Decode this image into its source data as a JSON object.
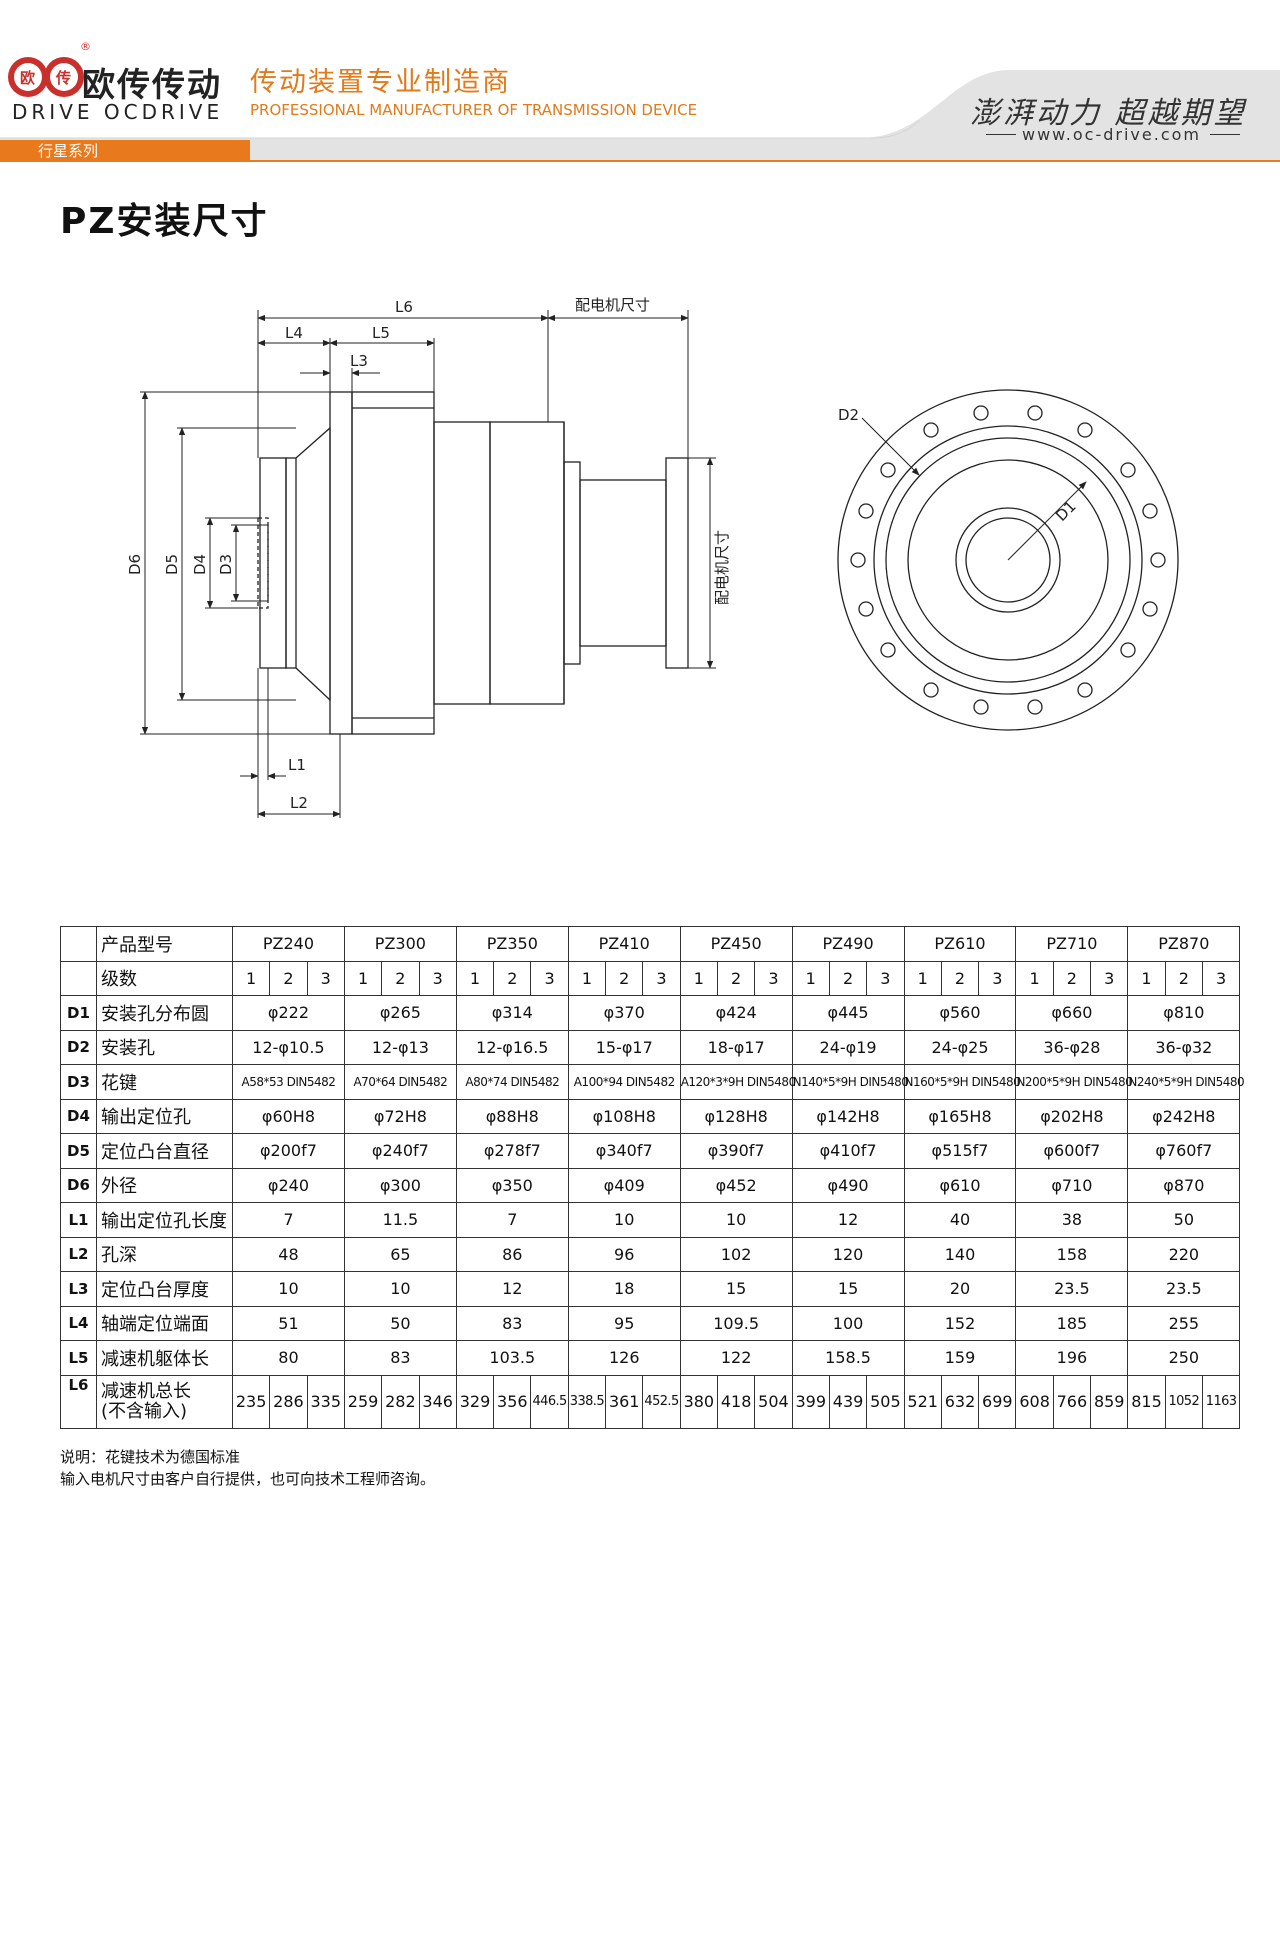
{
  "header": {
    "logo_cn": "欧传传动",
    "logo_en": "DRIVE OCDRIVE",
    "logo_mark_left": "欧",
    "logo_mark_right": "传",
    "reg_mark": "®",
    "tagline_cn": "传动装置专业制造商",
    "tagline_en": "PROFESSIONAL MANUFACTURER OF TRANSMISSION DEVICE",
    "slogan": "澎湃动力 超越期望",
    "website": "www.oc-drive.com",
    "series": "行星系列",
    "colors": {
      "accent": "#e8791d",
      "band": "#e6e6e6"
    }
  },
  "title": "PZ安装尺寸",
  "drawing": {
    "labels": {
      "L6": "L6",
      "L4": "L4",
      "L5": "L5",
      "L3": "L3",
      "L1": "L1",
      "L2": "L2",
      "D6": "D6",
      "D5": "D5",
      "D4": "D4",
      "D3": "D3",
      "D1": "D1",
      "D2": "D2",
      "motor_top": "配电机尺寸",
      "motor_side": "配电机尺寸"
    }
  },
  "table": {
    "header_label": "产品型号",
    "stage_label": "级数",
    "models": [
      "PZ240",
      "PZ300",
      "PZ350",
      "PZ410",
      "PZ450",
      "PZ490",
      "PZ610",
      "PZ710",
      "PZ870"
    ],
    "stages": [
      "1",
      "2",
      "3"
    ],
    "rows": [
      {
        "code": "D1",
        "name": "安装孔分布圆",
        "values": [
          "φ222",
          "φ265",
          "φ314",
          "φ370",
          "φ424",
          "φ445",
          "φ560",
          "φ660",
          "φ810"
        ]
      },
      {
        "code": "D2",
        "name": "安装孔",
        "values": [
          "12-φ10.5",
          "12-φ13",
          "12-φ16.5",
          "15-φ17",
          "18-φ17",
          "24-φ19",
          "24-φ25",
          "36-φ28",
          "36-φ32"
        ]
      },
      {
        "code": "D3",
        "name": "花键",
        "values": [
          "A58*53 DIN5482",
          "A70*64 DIN5482",
          "A80*74 DIN5482",
          "A100*94 DIN5482",
          "A120*3*9H DIN5480",
          "N140*5*9H DIN5480",
          "N160*5*9H DIN5480",
          "N200*5*9H DIN5480",
          "N240*5*9H DIN5480"
        ]
      },
      {
        "code": "D4",
        "name": "输出定位孔",
        "values": [
          "φ60H8",
          "φ72H8",
          "φ88H8",
          "φ108H8",
          "φ128H8",
          "φ142H8",
          "φ165H8",
          "φ202H8",
          "φ242H8"
        ]
      },
      {
        "code": "D5",
        "name": "定位凸台直径",
        "values": [
          "φ200f7",
          "φ240f7",
          "φ278f7",
          "φ340f7",
          "φ390f7",
          "φ410f7",
          "φ515f7",
          "φ600f7",
          "φ760f7"
        ]
      },
      {
        "code": "D6",
        "name": "外径",
        "values": [
          "φ240",
          "φ300",
          "φ350",
          "φ409",
          "φ452",
          "φ490",
          "φ610",
          "φ710",
          "φ870"
        ]
      },
      {
        "code": "L1",
        "name": "输出定位孔长度",
        "values": [
          "7",
          "11.5",
          "7",
          "10",
          "10",
          "12",
          "40",
          "38",
          "50"
        ]
      },
      {
        "code": "L2",
        "name": "孔深",
        "values": [
          "48",
          "65",
          "86",
          "96",
          "102",
          "120",
          "140",
          "158",
          "220"
        ]
      },
      {
        "code": "L3",
        "name": "定位凸台厚度",
        "values": [
          "10",
          "10",
          "12",
          "18",
          "15",
          "15",
          "20",
          "23.5",
          "23.5"
        ]
      },
      {
        "code": "L4",
        "name": "轴端定位端面",
        "values": [
          "51",
          "50",
          "83",
          "95",
          "109.5",
          "100",
          "152",
          "185",
          "255"
        ]
      },
      {
        "code": "L5",
        "name": "减速机躯体长",
        "values": [
          "80",
          "83",
          "103.5",
          "126",
          "122",
          "158.5",
          "159",
          "196",
          "250"
        ]
      }
    ],
    "l6": {
      "code": "L6",
      "name_line1": "减速机总长",
      "name_line2": "(不含输入)",
      "values": [
        "235",
        "286",
        "335",
        "259",
        "282",
        "346",
        "329",
        "356",
        "446.5",
        "338.5",
        "361",
        "452.5",
        "380",
        "418",
        "504",
        "399",
        "439",
        "505",
        "521",
        "632",
        "699",
        "608",
        "766",
        "859",
        "815",
        "1052",
        "1163"
      ]
    }
  },
  "notes": {
    "line1": "说明：花键技术为德国标准",
    "line2": "输入电机尺寸由客户自行提供，也可向技术工程师咨询。"
  }
}
